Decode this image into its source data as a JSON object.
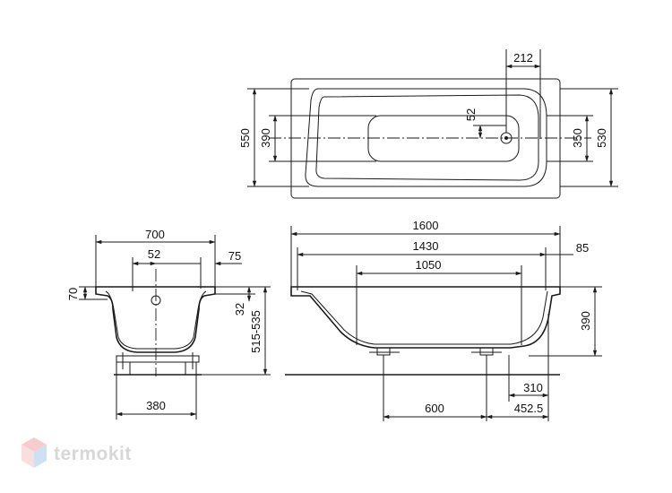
{
  "brand": {
    "name": "termokit",
    "colors": {
      "top": "#f2a3a3",
      "left": "#f4c4c4",
      "right": "#a9c7ea",
      "text": "#b8b8b8"
    }
  },
  "plan_view": {
    "dimensions": {
      "d212": "212",
      "d550": "550",
      "d390": "390",
      "d52": "52",
      "d350": "350",
      "d530": "530"
    }
  },
  "side_view": {
    "dimensions": {
      "d700": "700",
      "d52": "52",
      "d75": "75",
      "d70": "70",
      "d32": "32",
      "d515_535": "515-535",
      "d380": "380"
    }
  },
  "front_view": {
    "dimensions": {
      "d1600": "1600",
      "d1430": "1430",
      "d1050": "1050",
      "d85": "85",
      "d390": "390",
      "d310": "310",
      "d600": "600",
      "d452_5": "452.5"
    }
  }
}
